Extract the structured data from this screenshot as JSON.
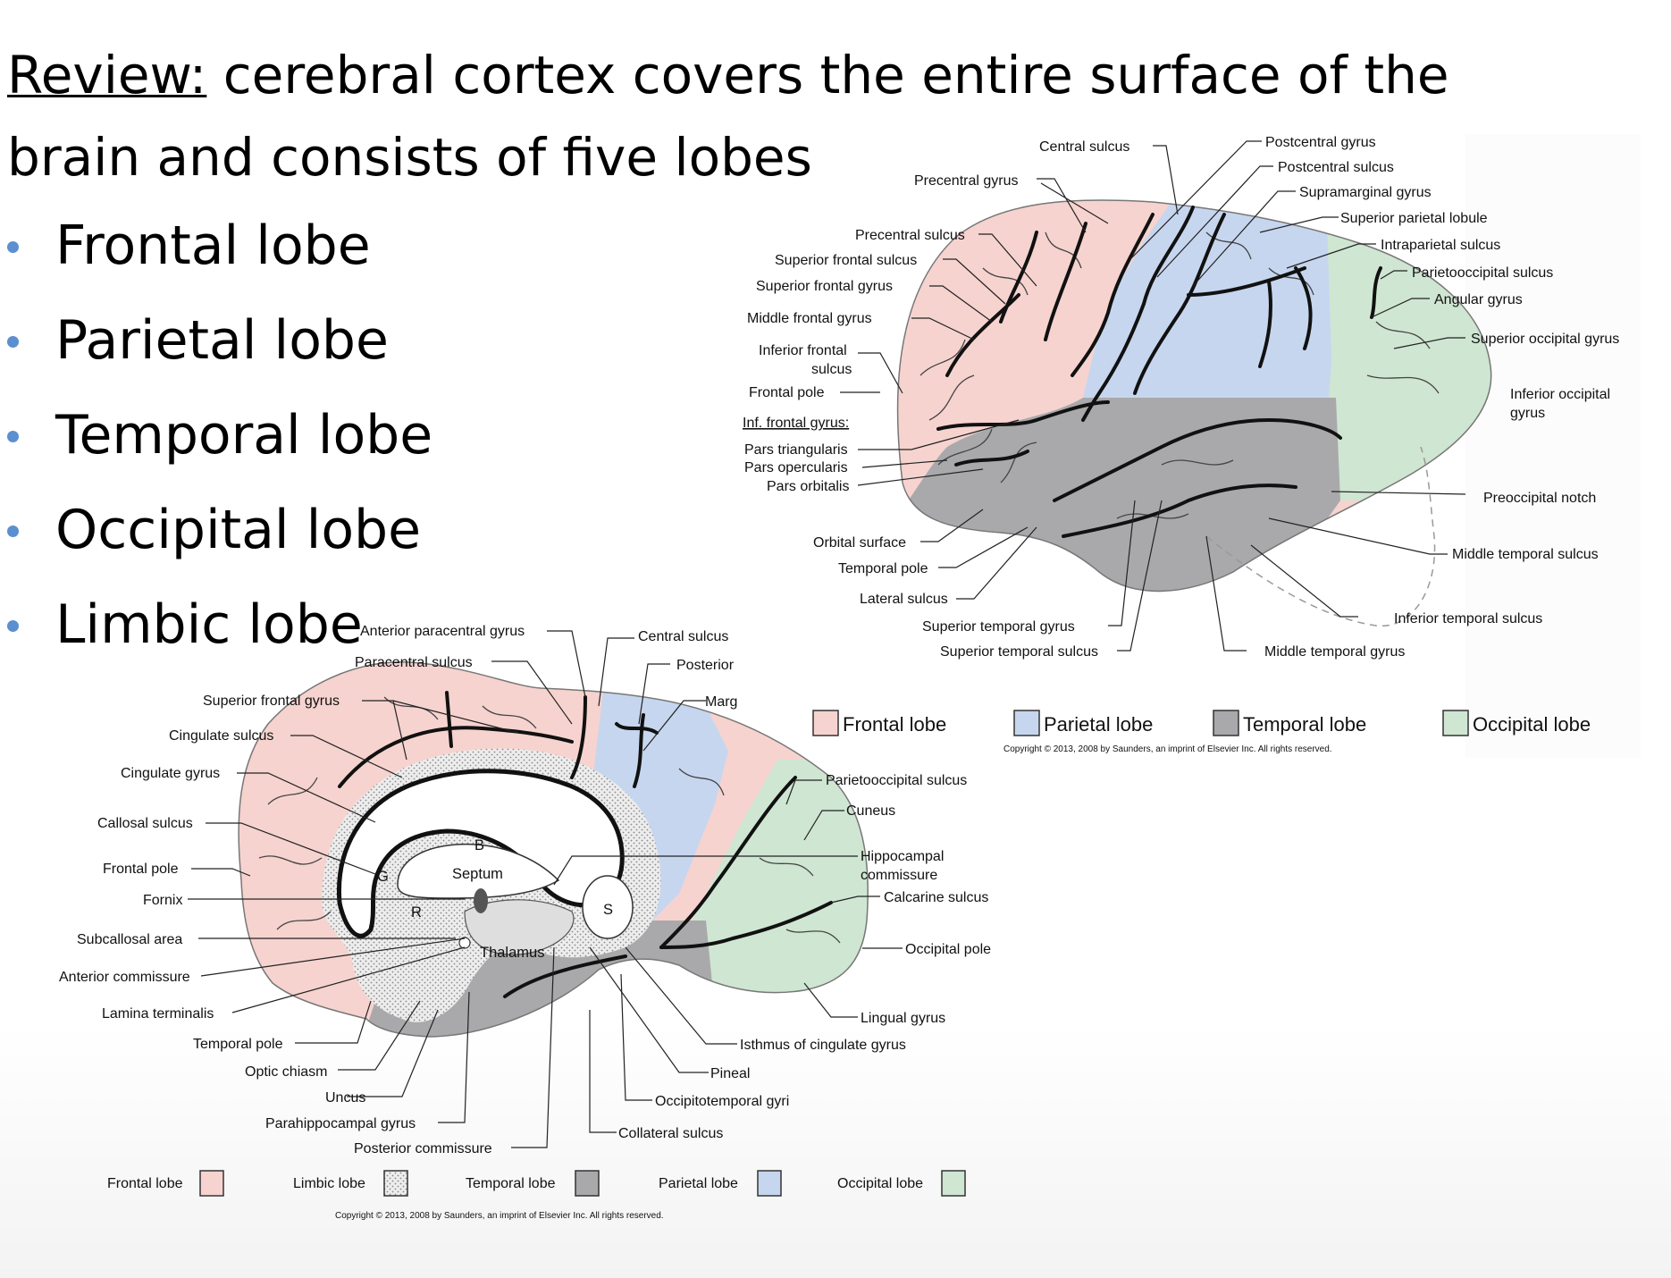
{
  "title": {
    "underlined": "Review:",
    "rest_line1": " cerebral cortex covers the entire surface of the",
    "line2": "brain and consists of five lobes"
  },
  "bullets": [
    "Frontal lobe",
    "Parietal lobe",
    "Temporal lobe",
    "Occipital lobe",
    "Limbic lobe"
  ],
  "colors": {
    "frontal": "#f6d3cf",
    "parietal": "#c7d6ef",
    "temporal": "#a9a9ab",
    "occipital": "#cfe6d2",
    "limbic": "#e6e6e6",
    "bullet": "#5b8fd0"
  },
  "lateral": {
    "labels": {
      "central_sulcus": "Central sulcus",
      "postcentral_gyrus": "Postcentral gyrus",
      "postcentral_sulcus": "Postcentral sulcus",
      "precentral_gyrus": "Precentral gyrus",
      "supramarginal_gyrus": "Supramarginal gyrus",
      "superior_parietal_lobule": "Superior parietal lobule",
      "precentral_sulcus": "Precentral sulcus",
      "intraparietal_sulcus": "Intraparietal sulcus",
      "superior_frontal_sulcus": "Superior frontal sulcus",
      "parietooccipital_sulcus": "Parietooccipital sulcus",
      "superior_frontal_gyrus": "Superior frontal gyrus",
      "angular_gyrus": "Angular gyrus",
      "middle_frontal_gyrus": "Middle frontal gyrus",
      "superior_occipital_gyrus": "Superior occipital gyrus",
      "inferior_frontal_sulcus_1": "Inferior frontal",
      "inferior_frontal_sulcus_2": "sulcus",
      "inferior_occipital_gyrus_1": "Inferior occipital",
      "inferior_occipital_gyrus_2": "gyrus",
      "frontal_pole": "Frontal pole",
      "inf_frontal_gyrus": "Inf. frontal gyrus:",
      "pars_triangularis": "Pars triangularis",
      "pars_opercularis": "Pars opercularis",
      "pars_orbitalis": "Pars orbitalis",
      "preoccipital_notch": "Preoccipital notch",
      "orbital_surface": "Orbital surface",
      "middle_temporal_sulcus": "Middle temporal sulcus",
      "temporal_pole": "Temporal pole",
      "lateral_sulcus": "Lateral sulcus",
      "inferior_temporal_sulcus": "Inferior temporal sulcus",
      "superior_temporal_gyrus": "Superior temporal gyrus",
      "superior_temporal_sulcus": "Superior temporal sulcus",
      "middle_temporal_gyrus": "Middle temporal gyrus"
    },
    "legend": [
      "Frontal lobe",
      "Parietal lobe",
      "Temporal lobe",
      "Occipital lobe"
    ],
    "copyright": "Copyright © 2013, 2008 by Saunders, an imprint of Elsevier Inc. All rights reserved."
  },
  "medial": {
    "labels": {
      "anterior_paracentral_gyrus": "Anterior paracentral gyrus",
      "central_sulcus": "Central sulcus",
      "paracentral_sulcus": "Paracentral sulcus",
      "posterior": "Posterior",
      "superior_frontal_gyrus": "Superior frontal gyrus",
      "marg": "Marg",
      "cingulate_sulcus": "Cingulate sulcus",
      "cingulate_gyrus": "Cingulate gyrus",
      "parietooccipital_sulcus": "Parietooccipital sulcus",
      "cuneus": "Cuneus",
      "callosal_sulcus": "Callosal sulcus",
      "hippocampal_commissure_1": "Hippocampal",
      "hippocampal_commissure_2": "commissure",
      "frontal_pole": "Frontal pole",
      "calcarine_sulcus": "Calcarine sulcus",
      "fornix": "Fornix",
      "subcallosal_area": "Subcallosal area",
      "occipital_pole": "Occipital pole",
      "anterior_commissure": "Anterior commissure",
      "lamina_terminalis": "Lamina terminalis",
      "lingual_gyrus": "Lingual gyrus",
      "temporal_pole": "Temporal pole",
      "isthmus": "Isthmus of cingulate gyrus",
      "optic_chiasm": "Optic chiasm",
      "pineal": "Pineal",
      "uncus": "Uncus",
      "occipitotemporal_gyri": "Occipitotemporal gyri",
      "parahippocampal_gyrus": "Parahippocampal gyrus",
      "collateral_sulcus": "Collateral sulcus",
      "posterior_commissure": "Posterior commissure",
      "g": "G",
      "b": "B",
      "septum": "Septum",
      "r": "R",
      "s": "S",
      "thalamus": "Thalamus"
    },
    "legend": [
      "Frontal lobe",
      "Limbic lobe",
      "Temporal lobe",
      "Parietal lobe",
      "Occipital lobe"
    ],
    "copyright": "Copyright © 2013, 2008 by Saunders, an imprint of Elsevier Inc. All rights reserved."
  }
}
